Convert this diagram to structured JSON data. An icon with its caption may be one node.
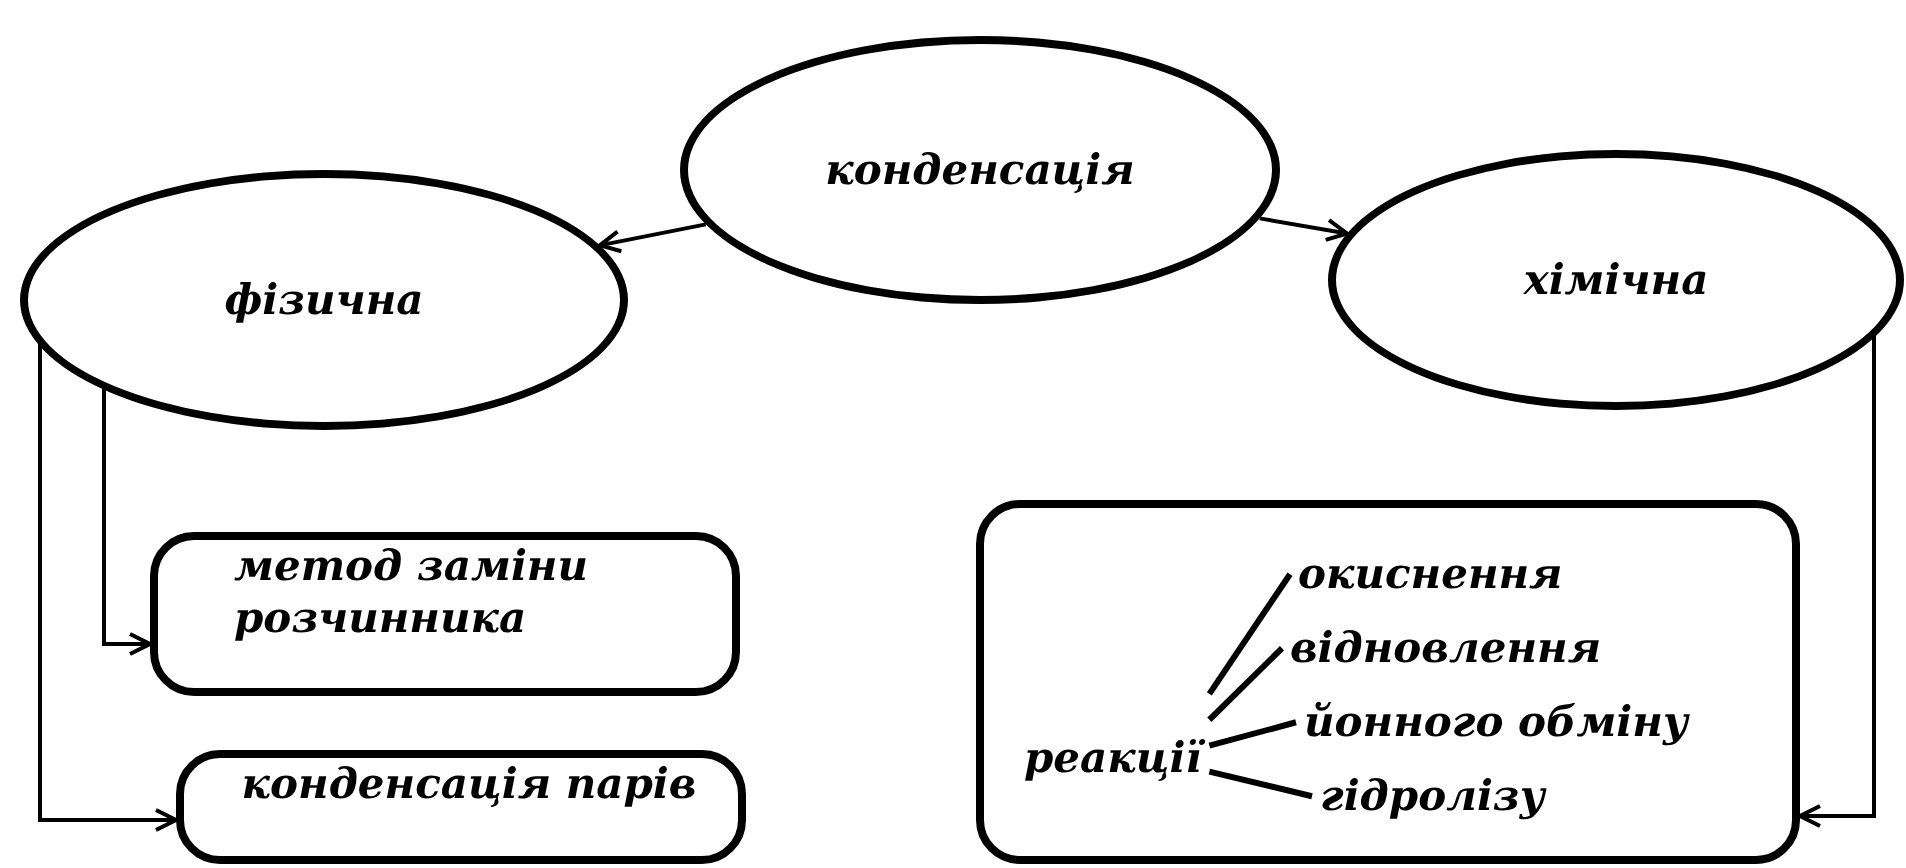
{
  "diagram": {
    "nodes": [
      {
        "text": [
          "конденсація"
        ]
      },
      {
        "text": [
          "фізична"
        ]
      },
      {
        "text": [
          "хімічна"
        ]
      },
      {
        "text": [
          "метод заміни розчинника"
        ]
      },
      {
        "text": [
          "конденсація парів"
        ]
      },
      {
        "text": [],
        "shape": "box"
      },
      {
        "text": [
          "реакції"
        ],
        "in": 5
      },
      {
        "text": [
          "окиснення"
        ],
        "in": 5
      },
      {
        "text": [
          "відновлення"
        ],
        "in": 5
      },
      {
        "text": [
          "йонного обміну"
        ],
        "in": 5
      },
      {
        "text": [
          "гідролізу"
        ],
        "in": 5
      }
    ],
    "edges": [
      {
        "from": 0,
        "to": 1,
        "arrow": "to"
      },
      {
        "from": 0,
        "to": 2,
        "arrow": "to"
      },
      {
        "from": 1,
        "to": 3,
        "arrow": "to"
      },
      {
        "from": 1,
        "to": 4,
        "arrow": "to"
      },
      {
        "from": 2,
        "to": 5,
        "arrow": "to"
      },
      {
        "from": 6,
        "to": 7,
        "arrow": "none"
      },
      {
        "from": 6,
        "to": 8,
        "arrow": "none"
      },
      {
        "from": 6,
        "to": 9,
        "arrow": "none"
      },
      {
        "from": 6,
        "to": 10,
        "arrow": "none"
      }
    ]
  }
}
